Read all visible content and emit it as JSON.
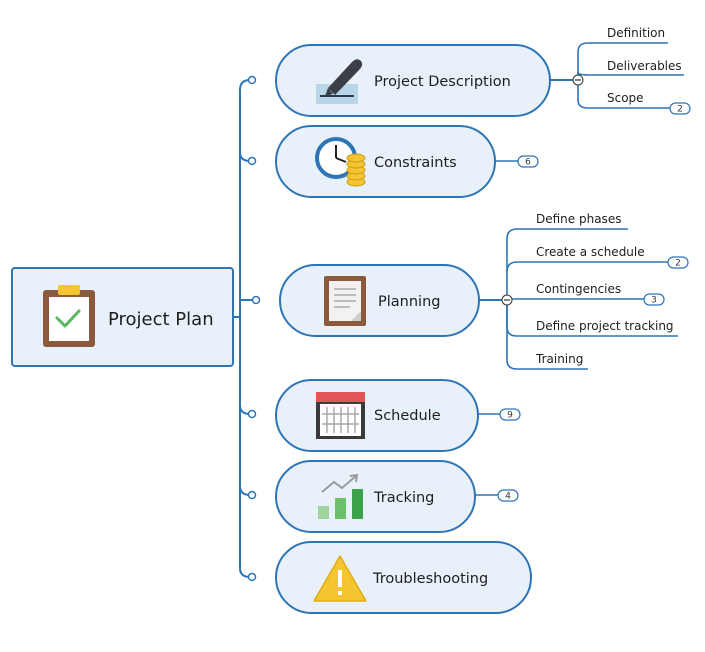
{
  "root": {
    "label": "Project Plan",
    "icon": "clipboard-check-icon"
  },
  "topics": [
    {
      "id": "project-description",
      "label": "Project Description",
      "icon": "pen-signing-icon",
      "expanded": true,
      "children": [
        {
          "label": "Definition"
        },
        {
          "label": "Deliverables"
        },
        {
          "label": "Scope",
          "count": "2"
        }
      ]
    },
    {
      "id": "constraints",
      "label": "Constraints",
      "icon": "clock-coins-icon",
      "count": "6"
    },
    {
      "id": "planning",
      "label": "Planning",
      "icon": "document-icon",
      "expanded": true,
      "children": [
        {
          "label": "Define phases"
        },
        {
          "label": "Create a schedule",
          "count": "2"
        },
        {
          "label": "Contingencies",
          "count": "3"
        },
        {
          "label": "Define project tracking"
        },
        {
          "label": "Training"
        }
      ]
    },
    {
      "id": "schedule",
      "label": "Schedule",
      "icon": "calendar-icon",
      "count": "9"
    },
    {
      "id": "tracking",
      "label": "Tracking",
      "icon": "bar-chart-trend-icon",
      "count": "4"
    },
    {
      "id": "troubleshooting",
      "label": "Troubleshooting",
      "icon": "warning-triangle-icon"
    }
  ],
  "colors": {
    "line": "#2e75b6",
    "node_fill": "#e8f1fa",
    "node_stroke": "#2e75b6",
    "accent_green": "#5cb85c",
    "accent_yellow": "#f5c431",
    "accent_brown": "#8b5a3c"
  }
}
